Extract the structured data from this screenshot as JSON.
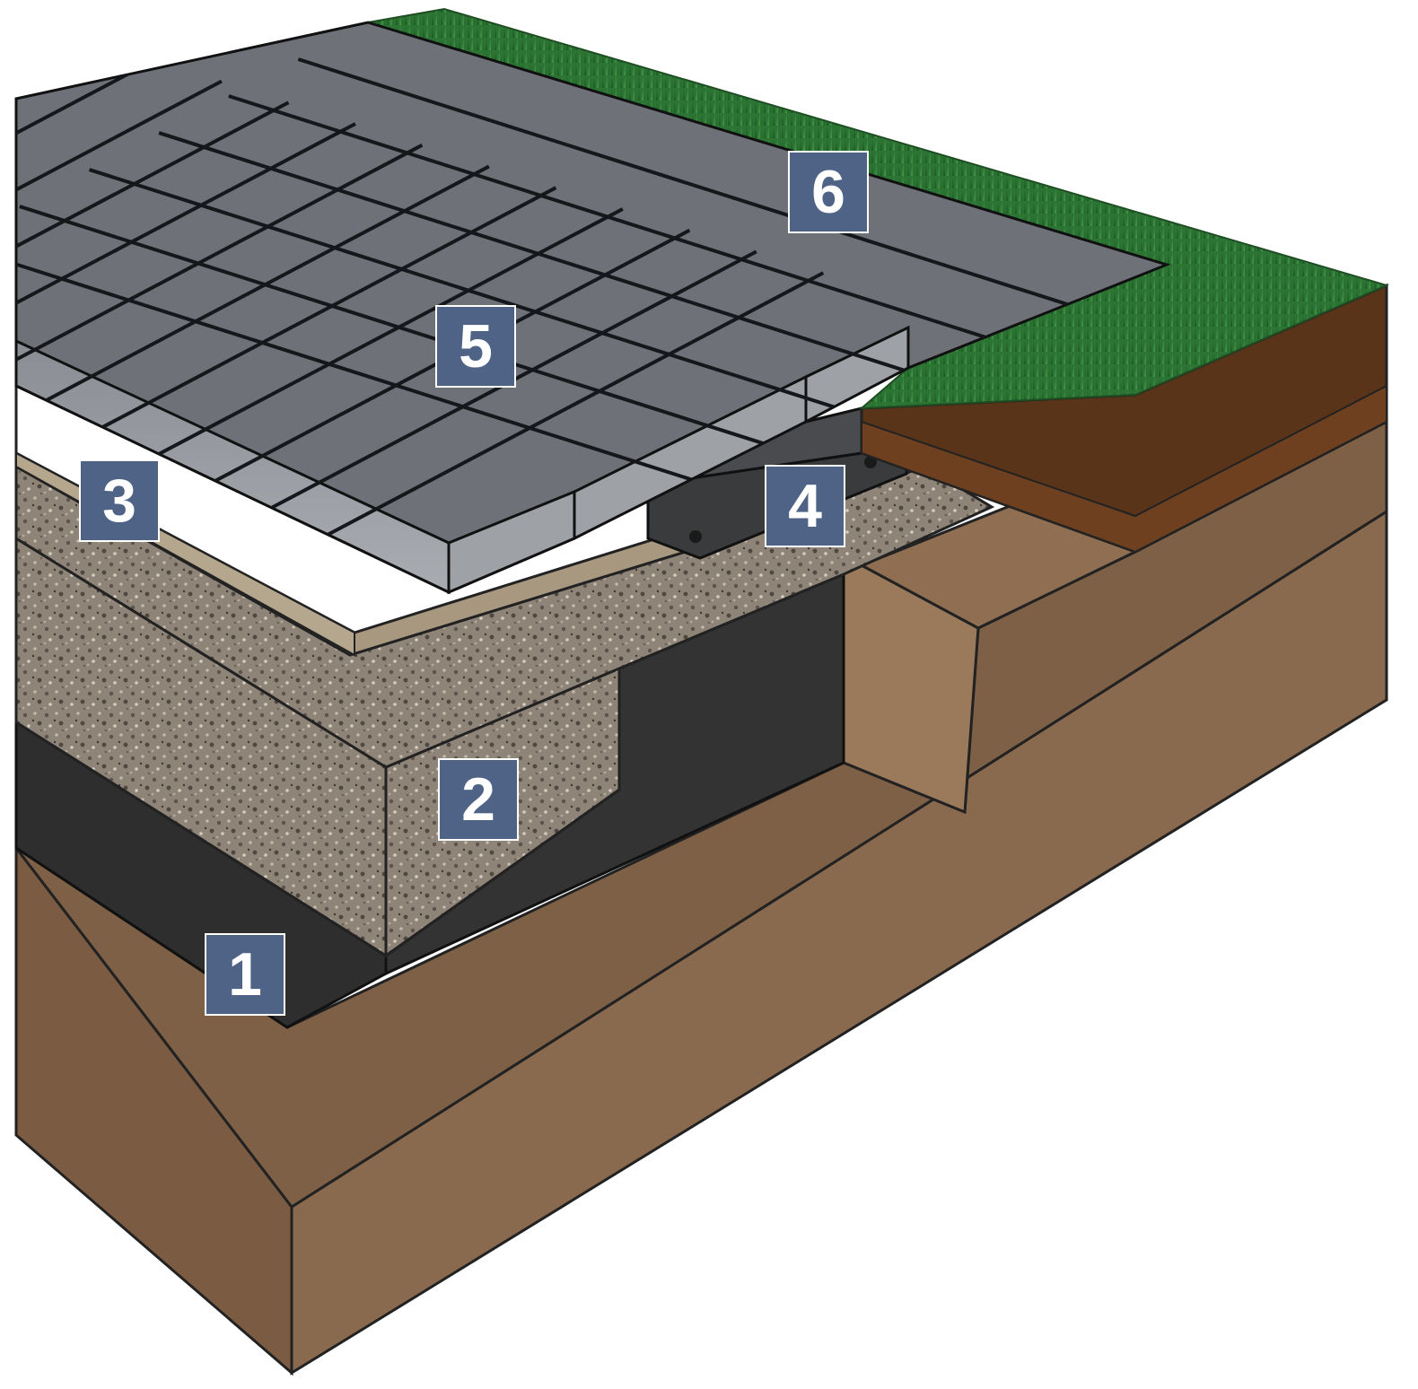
{
  "diagram": {
    "labels": [
      {
        "id": "1",
        "text": "1",
        "layer": "geotextile-membrane"
      },
      {
        "id": "2",
        "text": "2",
        "layer": "gravel-sub-base"
      },
      {
        "id": "3",
        "text": "3",
        "layer": "bedding-sand"
      },
      {
        "id": "4",
        "text": "4",
        "layer": "edge-restraint"
      },
      {
        "id": "5",
        "text": "5",
        "layer": "paving-stones"
      },
      {
        "id": "6",
        "text": "6",
        "layer": "lawn"
      }
    ],
    "colors": {
      "label_bg": "#4f6387",
      "label_text": "#ffffff",
      "soil_front": "#8a6a4f",
      "soil_top": "#7d5f45",
      "membrane": "#2e2e2e",
      "gravel": "#8f8478",
      "sand": "#a89880",
      "pavers": "#6e7278",
      "grass": "#2f7a36",
      "topsoil": "#5a3418",
      "edge_restraint": "#3a3b3d"
    }
  }
}
